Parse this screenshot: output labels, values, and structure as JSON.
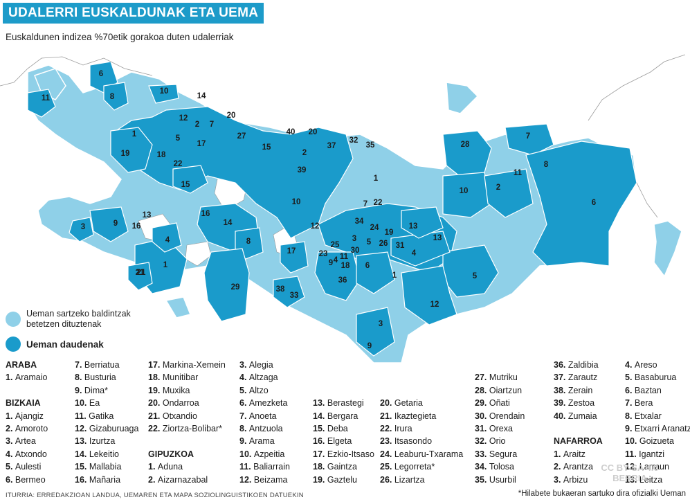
{
  "title": "UDALERRI EUSKALDUNAK ETA UEMA",
  "subtitle": "Euskaldunen indizea %70etik gorakoa duten udalerriak",
  "colors": {
    "light": "#8fd0e8",
    "dark": "#1a9bcb",
    "outline": "#9a9a9a",
    "title_bg": "#1d9bc9"
  },
  "legend": [
    {
      "label": "Ueman sartzeko baldintzak betetzen dituztenak",
      "color": "#8fd0e8"
    },
    {
      "label": "Ueman daudenak",
      "color": "#1a9bcb"
    }
  ],
  "map_labels": [
    "6",
    "11",
    "8",
    "10",
    "14",
    "20",
    "12",
    "2",
    "7",
    "1",
    "5",
    "17",
    "27",
    "40",
    "20",
    "19",
    "18",
    "22",
    "15",
    "37",
    "32",
    "35",
    "2",
    "28",
    "7",
    "39",
    "1",
    "8",
    "15",
    "11",
    "10",
    "2",
    "6",
    "10",
    "7",
    "22",
    "13",
    "34",
    "24",
    "19",
    "3",
    "9",
    "16",
    "16",
    "14",
    "13",
    "12",
    "3",
    "21",
    "25",
    "13",
    "4",
    "8",
    "5",
    "26",
    "31",
    "23",
    "30",
    "17",
    "11",
    "4",
    "4",
    "9",
    "1",
    "18",
    "6",
    "1",
    "21",
    "5",
    "36",
    "29",
    "38",
    "33",
    "12",
    "3",
    "9"
  ],
  "columns": [
    [
      {
        "text": "ARABA",
        "h": true
      },
      {
        "n": "1.",
        "t": "Aramaio"
      },
      {
        "text": "",
        "h": false
      },
      {
        "text": "BIZKAIA",
        "h": true
      },
      {
        "n": "1.",
        "t": "Ajangiz"
      },
      {
        "n": "2.",
        "t": "Amoroto"
      },
      {
        "n": "3.",
        "t": "Artea"
      },
      {
        "n": "4.",
        "t": "Atxondo"
      },
      {
        "n": "5.",
        "t": "Aulesti"
      },
      {
        "n": "6.",
        "t": "Bermeo"
      }
    ],
    [
      {
        "n": "7.",
        "t": "Berriatua"
      },
      {
        "n": "8.",
        "t": "Busturia"
      },
      {
        "n": "9.",
        "t": "Dima*"
      },
      {
        "n": "10.",
        "t": "Ea"
      },
      {
        "n": "11.",
        "t": "Gatika"
      },
      {
        "n": "12.",
        "t": "Gizaburuaga"
      },
      {
        "n": "13.",
        "t": "Izurtza"
      },
      {
        "n": "14.",
        "t": "Lekeitio"
      },
      {
        "n": "15.",
        "t": "Mallabia"
      },
      {
        "n": "16.",
        "t": "Mañaria"
      }
    ],
    [
      {
        "n": "17.",
        "t": "Markina-Xemein"
      },
      {
        "n": "18.",
        "t": "Munitibar"
      },
      {
        "n": "19.",
        "t": "Muxika"
      },
      {
        "n": "20.",
        "t": "Ondarroa"
      },
      {
        "n": "21.",
        "t": "Otxandio"
      },
      {
        "n": "22.",
        "t": "Ziortza-Bolibar*"
      },
      {
        "text": "",
        "h": false
      },
      {
        "text": "GIPUZKOA",
        "h": true
      },
      {
        "n": "1.",
        "t": "Aduna"
      },
      {
        "n": "2.",
        "t": "Aizarnazabal"
      }
    ],
    [
      {
        "n": "3.",
        "t": "Alegia"
      },
      {
        "n": "4.",
        "t": "Altzaga"
      },
      {
        "n": "5.",
        "t": "Altzo"
      },
      {
        "n": "6.",
        "t": "Amezketa"
      },
      {
        "n": "7.",
        "t": "Anoeta"
      },
      {
        "n": "8.",
        "t": "Antzuola"
      },
      {
        "n": "9.",
        "t": "Arama"
      },
      {
        "n": "10.",
        "t": "Azpeitia"
      },
      {
        "n": "11.",
        "t": "Baliarrain"
      },
      {
        "n": "12.",
        "t": "Beizama"
      }
    ],
    [
      {
        "text": "",
        "h": false
      },
      {
        "text": "",
        "h": false
      },
      {
        "text": "",
        "h": false
      },
      {
        "n": "13.",
        "t": "Berastegi"
      },
      {
        "n": "14.",
        "t": "Bergara"
      },
      {
        "n": "15.",
        "t": "Deba"
      },
      {
        "n": "16.",
        "t": "Elgeta"
      },
      {
        "n": "17.",
        "t": "Ezkio-Itsaso"
      },
      {
        "n": "18.",
        "t": "Gaintza"
      },
      {
        "n": "19.",
        "t": "Gaztelu"
      }
    ],
    [
      {
        "text": "",
        "h": false
      },
      {
        "text": "",
        "h": false
      },
      {
        "text": "",
        "h": false
      },
      {
        "n": "20.",
        "t": "Getaria"
      },
      {
        "n": "21.",
        "t": "Ikaztegieta"
      },
      {
        "n": "22.",
        "t": "Irura"
      },
      {
        "n": "23.",
        "t": "Itsasondo"
      },
      {
        "n": "24.",
        "t": "Leaburu-Txarama"
      },
      {
        "n": "25.",
        "t": "Legorreta*"
      },
      {
        "n": "26.",
        "t": "Lizartza"
      }
    ],
    [
      {
        "text": "",
        "h": false
      },
      {
        "n": "27.",
        "t": "Mutriku"
      },
      {
        "n": "28.",
        "t": "Oiartzun"
      },
      {
        "n": "29.",
        "t": "Oñati"
      },
      {
        "n": "30.",
        "t": "Orendain"
      },
      {
        "n": "31.",
        "t": "Orexa"
      },
      {
        "n": "32.",
        "t": "Orio"
      },
      {
        "n": "33.",
        "t": "Segura"
      },
      {
        "n": "34.",
        "t": "Tolosa"
      },
      {
        "n": "35.",
        "t": "Usurbil"
      }
    ],
    [
      {
        "n": "36.",
        "t": "Zaldibia"
      },
      {
        "n": "37.",
        "t": "Zarautz"
      },
      {
        "n": "38.",
        "t": "Zerain"
      },
      {
        "n": "39.",
        "t": "Zestoa"
      },
      {
        "n": "40.",
        "t": "Zumaia"
      },
      {
        "text": "",
        "h": false
      },
      {
        "text": "NAFARROA",
        "h": true
      },
      {
        "n": "1.",
        "t": "Araitz"
      },
      {
        "n": "2.",
        "t": "Arantza"
      },
      {
        "n": "3.",
        "t": "Arbizu"
      }
    ],
    [
      {
        "n": "4.",
        "t": "Areso"
      },
      {
        "n": "5.",
        "t": "Basaburua"
      },
      {
        "n": "6.",
        "t": "Baztan"
      },
      {
        "n": "7.",
        "t": "Bera"
      },
      {
        "n": "8.",
        "t": "Etxalar"
      },
      {
        "n": "9.",
        "t": "Etxarri Aranatz"
      },
      {
        "n": "10.",
        "t": "Goizueta"
      },
      {
        "n": "11.",
        "t": "Igantzi"
      },
      {
        "n": "12.",
        "t": "Larraun"
      },
      {
        "n": "13.",
        "t": "Leitza"
      }
    ]
  ],
  "source": "ITURRIA: ERREDAKZIOAN LANDUA, UEMAREN ETA MAPA SOZIOLINGUISTIKOEN DATUEKIN",
  "note": "*Hilabete bukaeran sartuko dira ofizialki Ueman",
  "watermark": "CC BY-SA 4.0 BERRIA"
}
